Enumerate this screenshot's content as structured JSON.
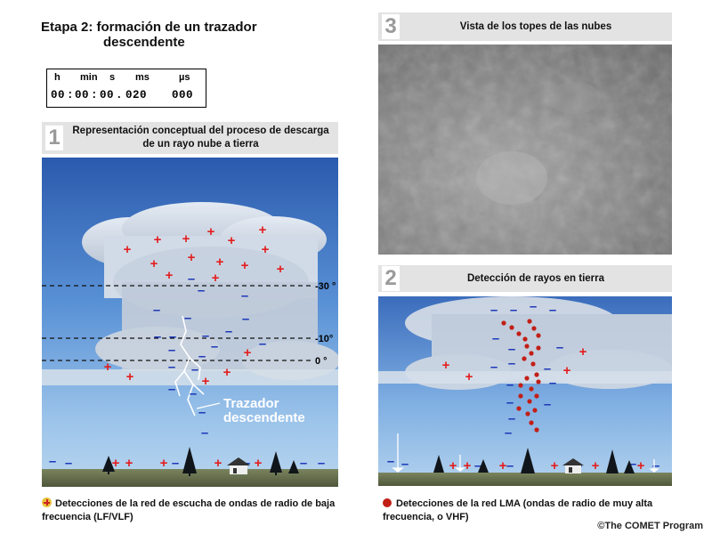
{
  "title": {
    "line1": "Etapa 2: formación de un trazador",
    "line2": "descendente"
  },
  "timer": {
    "headers": [
      "h",
      "min",
      "s",
      "ms",
      "µs"
    ],
    "values": [
      "00",
      ":",
      "00",
      ":",
      "00",
      ".",
      "020",
      "000"
    ]
  },
  "panel1": {
    "number": "1",
    "title": "Representación conceptual del proceso de descarga de un rayo nube a tierra",
    "temp_labels": [
      "-30 °",
      "-10°",
      "0 °"
    ],
    "leader_label_line1": "Trazador",
    "leader_label_line2": "descendente"
  },
  "panel3": {
    "number": "3",
    "title": "Vista de los topes de las nubes"
  },
  "panel2": {
    "number": "2",
    "title": "Detección de rayos en tierra"
  },
  "footer": {
    "left_legend": "Detecciones de la red de escucha de ondas de radio de baja frecuencia (LF/VLF)",
    "right_legend": "Detecciones de la red LMA (ondas de radio de muy alta frecuencia, o VHF)",
    "copyright": "©The COMET Program"
  },
  "colors": {
    "positive": "#e21f1f",
    "negative": "#1c36b8",
    "lma_dot": "#c21f16",
    "sky_top": "#2e5fb0",
    "ground": "#6b7451"
  }
}
